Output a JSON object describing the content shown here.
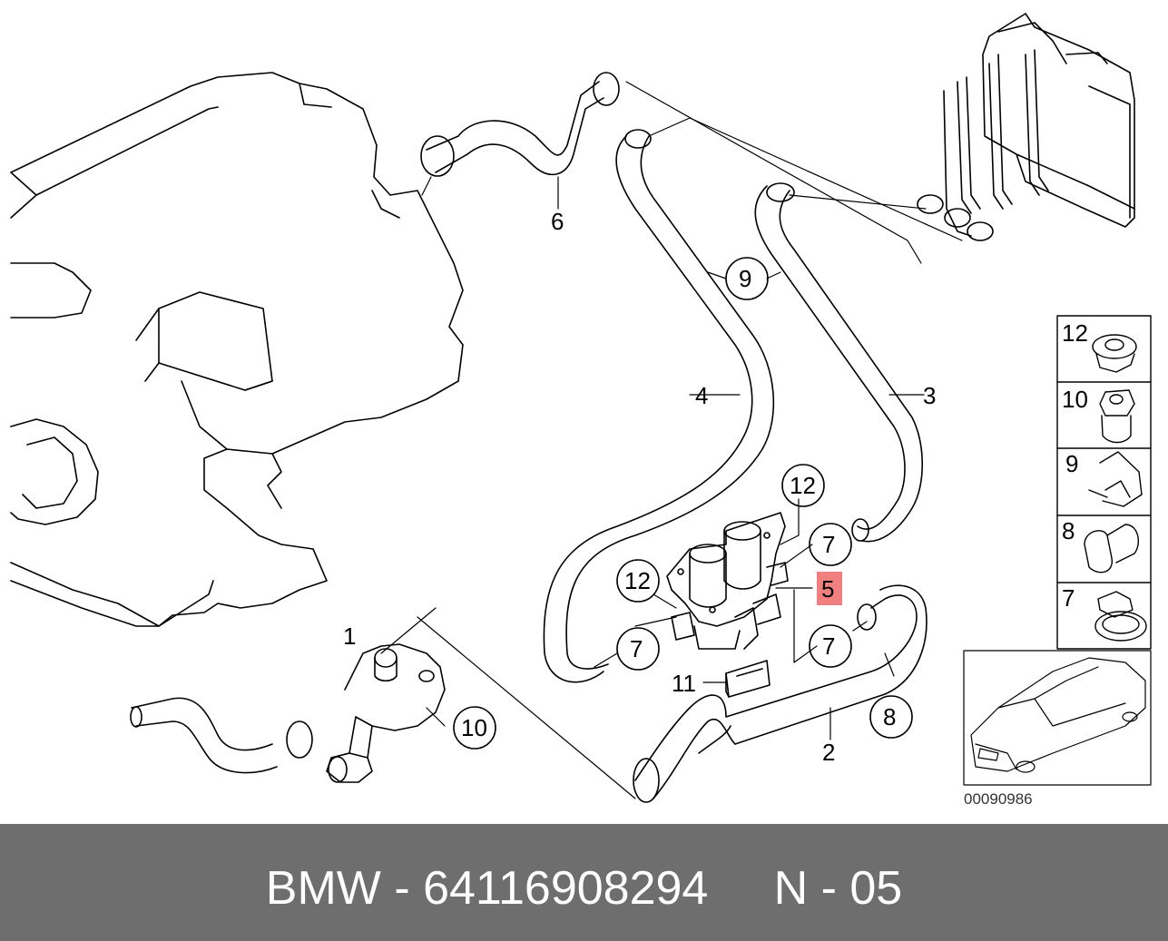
{
  "diagram": {
    "labels": {
      "l1": "1",
      "l2": "2",
      "l3": "3",
      "l4": "4",
      "l5": "5",
      "l6": "6",
      "l7a": "7",
      "l7b": "7",
      "l7c": "7",
      "l8": "8",
      "l9": "9",
      "l10": "10",
      "l11": "11",
      "l12a": "12",
      "l12b": "12"
    },
    "side_panel": {
      "p12": "12",
      "p10": "10",
      "p9": "9",
      "p8": "8",
      "p7": "7"
    },
    "highlight_color": "#f08080",
    "image_code": "00090986"
  },
  "footer": {
    "text": "BMW - 64116908294     N - 05",
    "background": "#6e6e6e"
  }
}
